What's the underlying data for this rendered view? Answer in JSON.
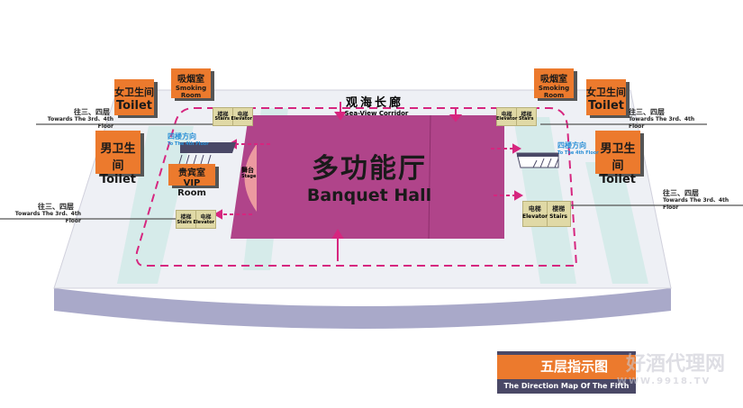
{
  "corridor": {
    "cn": "观海长廊",
    "en": "Sea-View Corridor"
  },
  "banquet_hall": {
    "cn": "多功能厅",
    "en": "Banquet Hall"
  },
  "stage": {
    "cn": "舞台",
    "en": "Stage"
  },
  "vip_room": {
    "cn": "贵宾室",
    "en": "VIP Room"
  },
  "smoking_room": {
    "cn": "吸烟室",
    "en": "Smoking Room"
  },
  "women_toilet": {
    "cn": "女卫生间",
    "en": "Toilet"
  },
  "men_toilet": {
    "cn": "男卫生间",
    "en": "Toilet"
  },
  "stairs": {
    "cn": "楼梯",
    "en": "Stairs"
  },
  "elevator": {
    "cn": "电梯",
    "en": "Elevator"
  },
  "towards": {
    "cn": "往三、四层",
    "en": "Towards The 3rd、4th Floor"
  },
  "to_fourth": {
    "cn": "四楼方向",
    "en": "To The 4th Floor"
  },
  "title": {
    "cn": "五层指示图",
    "en": "The Direction Map Of The Fifth Floor"
  },
  "watermark": {
    "cn": "好酒代理网",
    "en": "WWW.9918.TV"
  },
  "colors": {
    "hall": "#b0448a",
    "orange": "#ec7a2d",
    "path": "#d6267f",
    "navy": "#4a4866"
  }
}
